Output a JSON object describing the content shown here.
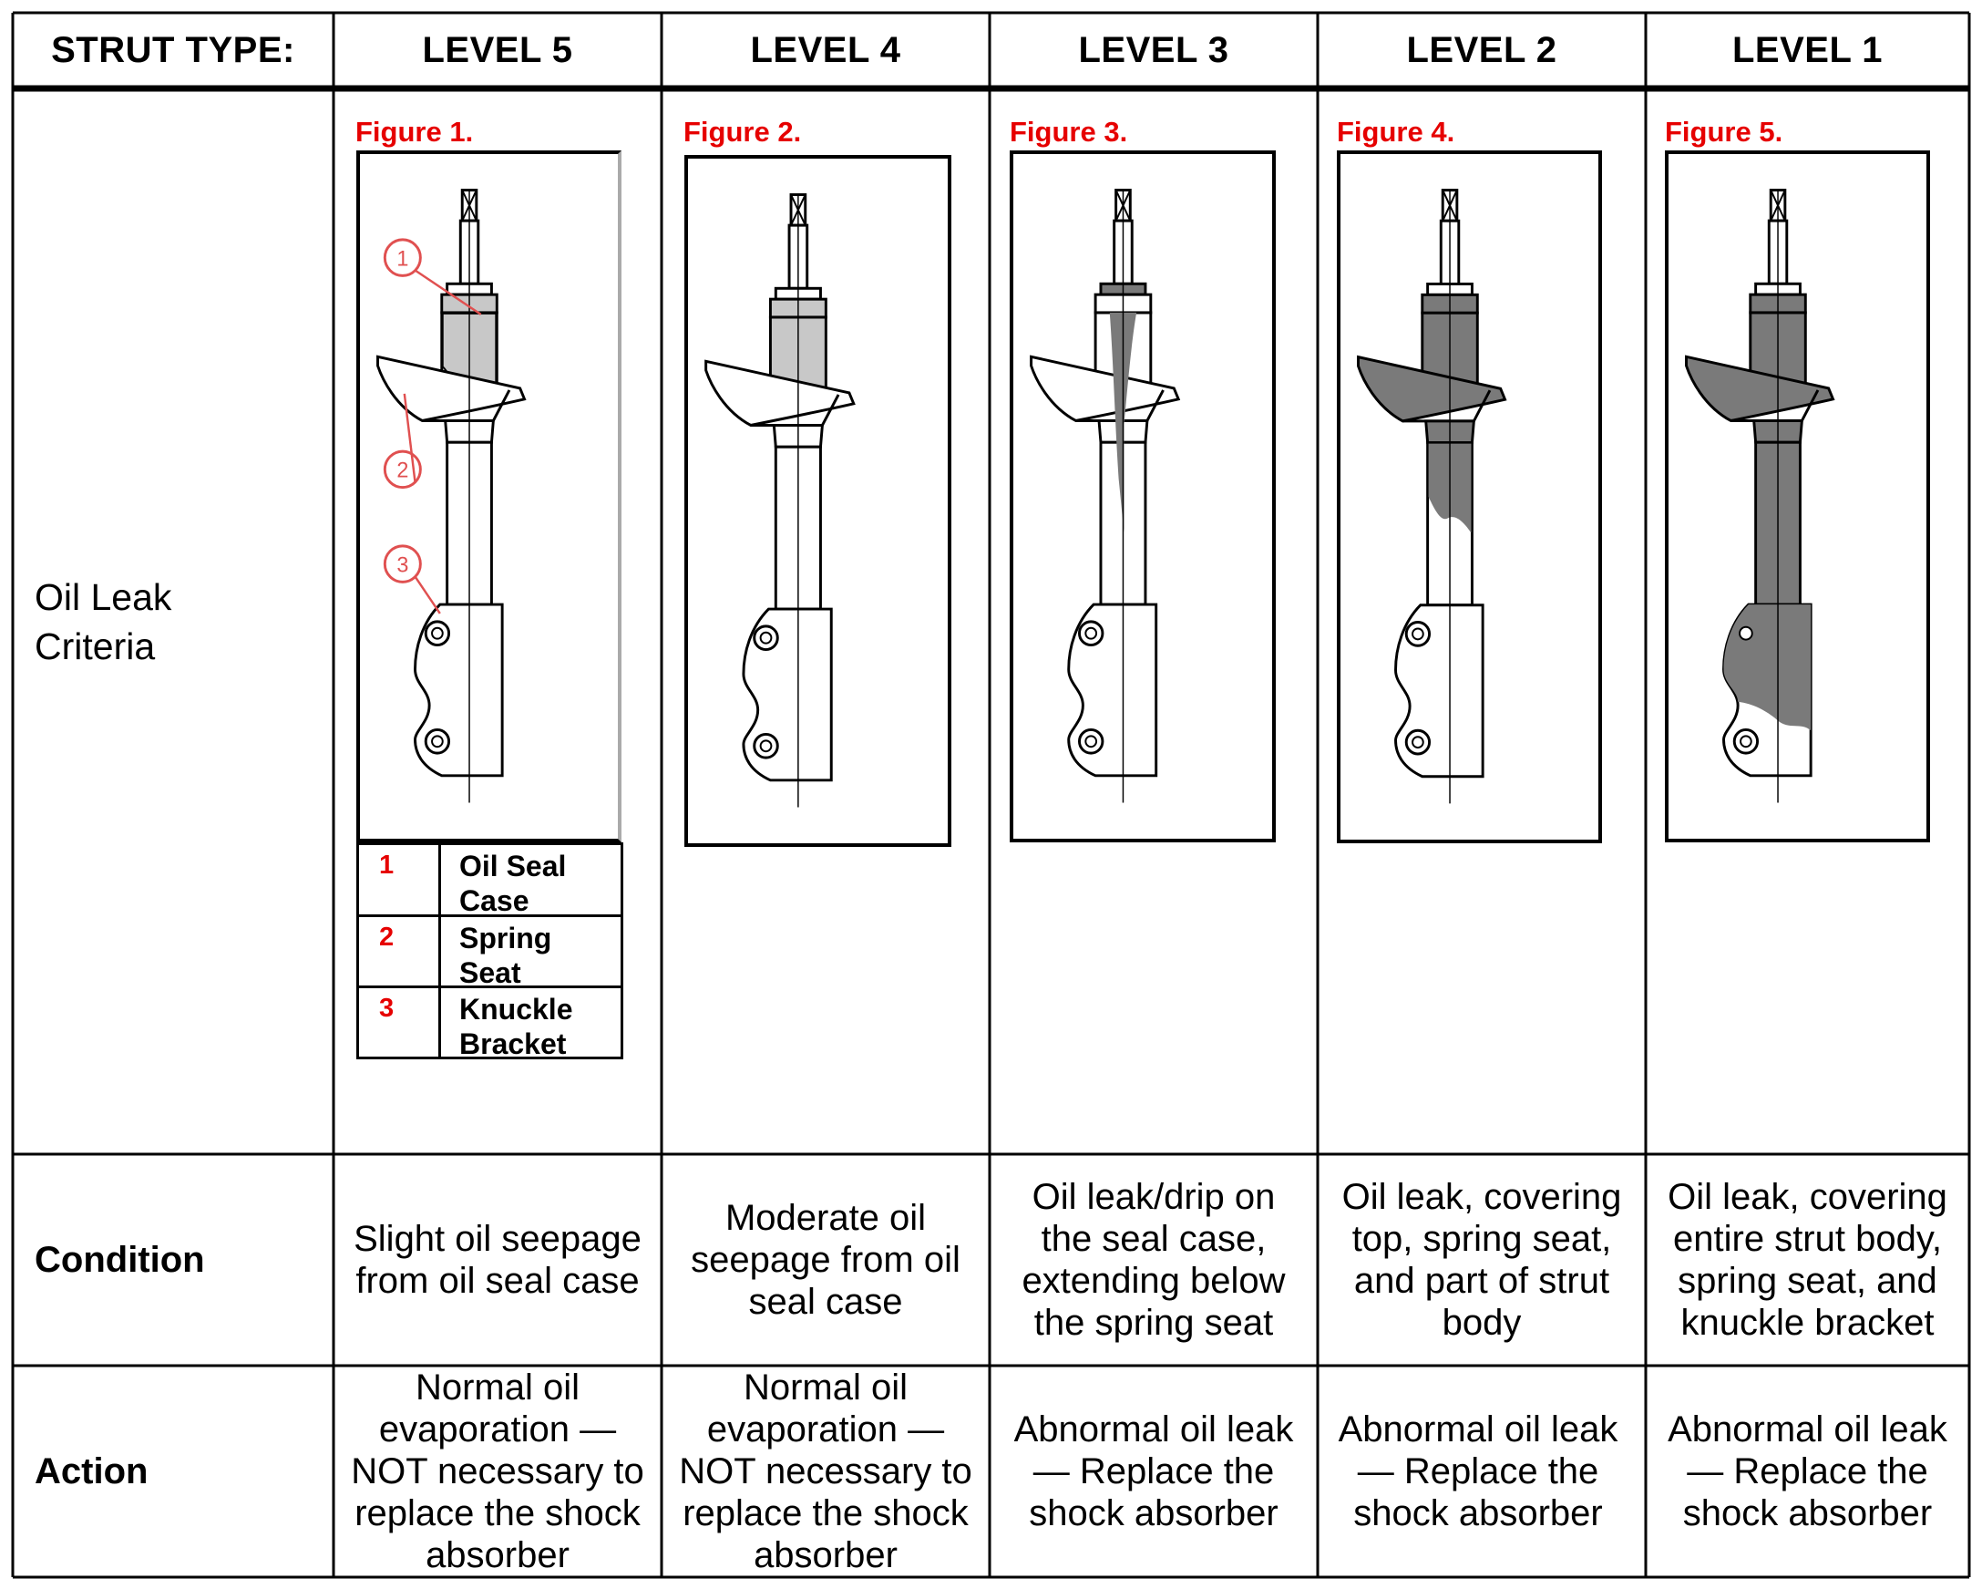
{
  "header": {
    "strut_type": "STRUT TYPE:",
    "levels": [
      "LEVEL 5",
      "LEVEL 4",
      "LEVEL 3",
      "LEVEL 2",
      "LEVEL 1"
    ]
  },
  "rows": {
    "oil_leak": "Oil Leak Criteria",
    "condition": "Condition",
    "action": "Action"
  },
  "figures": [
    "Figure 1.",
    "Figure 2.",
    "Figure 3.",
    "Figure 4.",
    "Figure 5."
  ],
  "legend": [
    {
      "num": "1",
      "name": "Oil Seal Case"
    },
    {
      "num": "2",
      "name": "Spring Seat"
    },
    {
      "num": "3",
      "name": "Knuckle Bracket"
    }
  ],
  "conditions": [
    "Slight oil seepage from oil seal case",
    "Moderate oil seepage from oil seal case",
    "Oil leak/drip on the seal case, extending below the spring seat",
    "Oil leak, covering top, spring seat, and part of strut body",
    "Oil leak, covering entire strut body, spring seat, and knuckle bracket"
  ],
  "actions": [
    "Normal oil evaporation — NOT necessary to replace the shock absorber",
    "Normal oil evaporation — NOT necessary to replace the shock absorber",
    "Abnormal oil leak — Replace the shock absorber",
    "Abnormal oil leak — Replace the shock absorber",
    "Abnormal oil leak — Replace the shock absorber"
  ],
  "colors": {
    "callout": "#e05050",
    "label_red": "#e60000",
    "oil_light": "#c8c8c8",
    "oil_dark": "#7a7a7a"
  }
}
